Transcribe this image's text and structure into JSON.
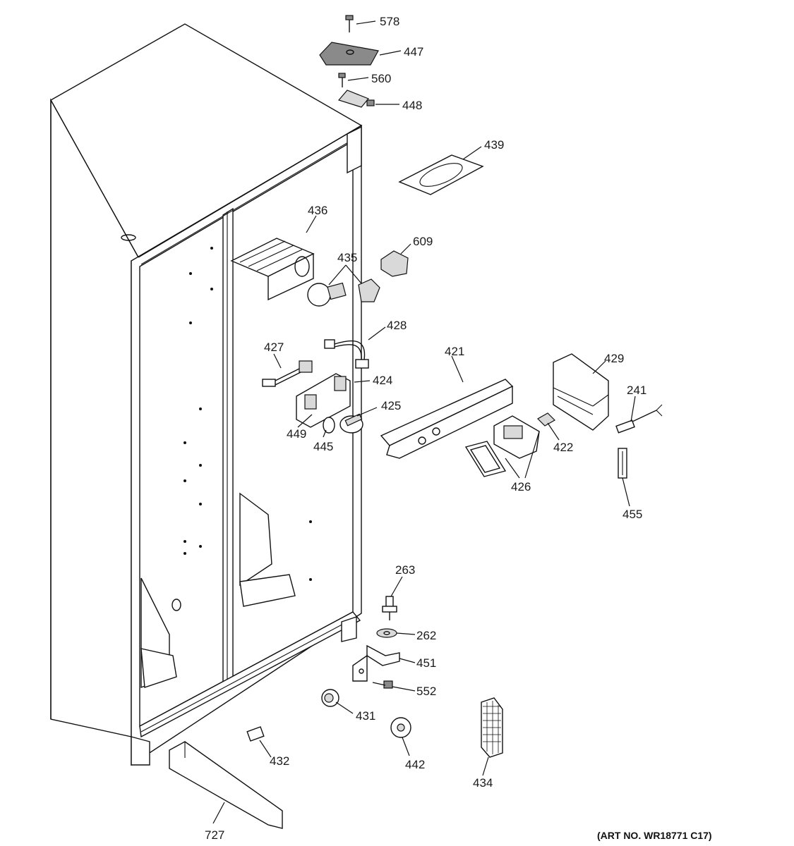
{
  "diagram": {
    "art_number": "(ART NO. WR18771 C17)",
    "parts": {
      "p578": "578",
      "p447": "447",
      "p560": "560",
      "p448": "448",
      "p439": "439",
      "p436": "436",
      "p609": "609",
      "p435": "435",
      "p428": "428",
      "p427": "427",
      "p421": "421",
      "p429": "429",
      "p424": "424",
      "p241": "241",
      "p425": "425",
      "p449": "449",
      "p445": "445",
      "p422": "422",
      "p426": "426",
      "p455": "455",
      "p263": "263",
      "p262": "262",
      "p451": "451",
      "p552": "552",
      "p431": "431",
      "p442": "442",
      "p434": "434",
      "p432": "432",
      "p727": "727"
    }
  }
}
